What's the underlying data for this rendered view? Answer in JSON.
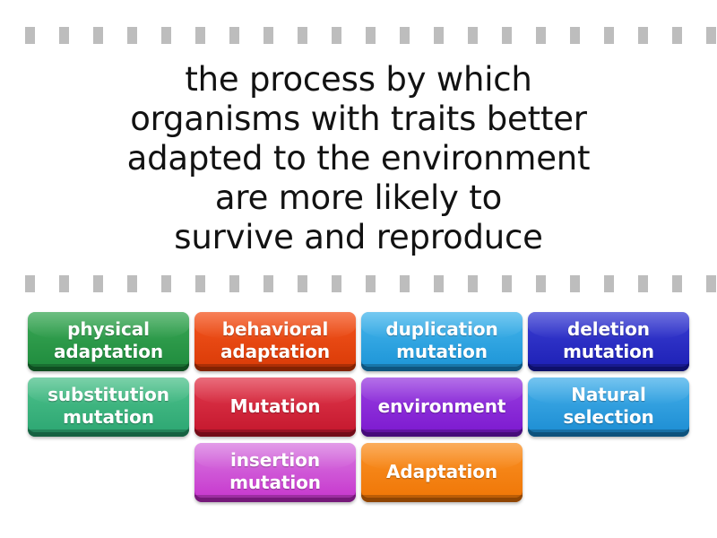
{
  "activity": {
    "type": "match-up-quiz",
    "prompt": "the process by which\norganisms with traits better\nadapted to the environment\nare more likely to\nsurvive and reproduce"
  },
  "separators": {
    "dash_color": "#bdbdbd",
    "dash_count": 21,
    "dash_width": 11,
    "dash_height": 19,
    "dash_spacing": 38
  },
  "answers": {
    "columns": 4,
    "tiles": [
      {
        "label": "physical\nadaptation",
        "name": "answer-tile-physical-adaptation",
        "color_top": "#3aa856",
        "color_bottom": "#1e8a3c",
        "shadow": "#14642b"
      },
      {
        "label": "behavioral\nadaptation",
        "name": "answer-tile-behavioral-adaptation",
        "color_top": "#f4551f",
        "color_bottom": "#d93a06",
        "shadow": "#a72c03"
      },
      {
        "label": "duplication\nmutation",
        "name": "answer-tile-duplication-mutation",
        "color_top": "#45b6ec",
        "color_bottom": "#1b93d6",
        "shadow": "#136ea3"
      },
      {
        "label": "deletion\nmutation",
        "name": "answer-tile-deletion-mutation",
        "color_top": "#3b3fd4",
        "color_bottom": "#1c1fb4",
        "shadow": "#13158a"
      },
      {
        "label": "substitution\nmutation",
        "name": "answer-tile-substitution-mutation",
        "color_top": "#4ec28c",
        "color_bottom": "#2ba571",
        "shadow": "#1d7d54"
      },
      {
        "label": "Mutation",
        "name": "answer-tile-mutation",
        "color_top": "#e23a4e",
        "color_bottom": "#c3162c",
        "shadow": "#94101f"
      },
      {
        "label": "environment",
        "name": "answer-tile-environment",
        "color_top": "#9a3fe0",
        "color_bottom": "#7b18cf",
        "shadow": "#5a109b"
      },
      {
        "label": "Natural\nselection",
        "name": "answer-tile-natural-selection",
        "color_top": "#45b0ea",
        "color_bottom": "#1b8cd2",
        "shadow": "#136a9f"
      },
      {
        "label": "",
        "name": "answer-grid-spacer-left",
        "empty": true
      },
      {
        "label": "insertion\nmutation",
        "name": "answer-tile-insertion-mutation",
        "color_top": "#d87ae0",
        "color_bottom": "#c634cd",
        "shadow": "#96219c"
      },
      {
        "label": "Adaptation",
        "name": "answer-tile-adaptation",
        "color_top": "#fa9125",
        "color_bottom": "#ef7505",
        "shadow": "#b85904"
      },
      {
        "label": "",
        "name": "answer-grid-spacer-right",
        "empty": true
      }
    ]
  }
}
